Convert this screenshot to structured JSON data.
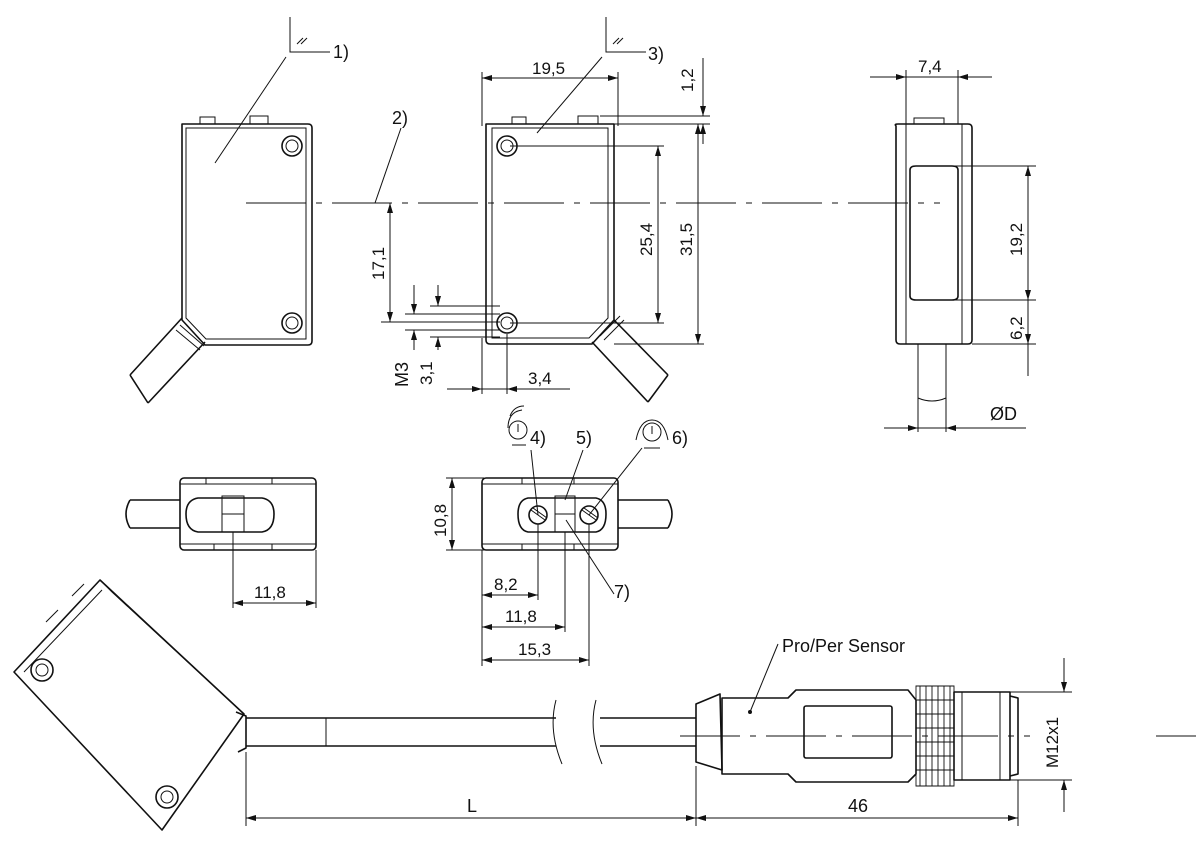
{
  "callouts": {
    "c1": "1)",
    "c2": "2)",
    "c3": "3)",
    "c4": "4)",
    "c5": "5)",
    "c6": "6)",
    "c7": "7)"
  },
  "dimensions": {
    "d19_5": "19,5",
    "d1_2": "1,2",
    "d7_4": "7,4",
    "d25_4": "25,4",
    "d31_5": "31,5",
    "d19_2": "19,2",
    "d17_1": "17,1",
    "d6_2": "6,2",
    "dM3": "M3",
    "d3_1": "3,1",
    "d3_4": "3,4",
    "dD": "ØD",
    "d10_8": "10,8",
    "d11_8a": "11,8",
    "d8_2": "8,2",
    "d11_8b": "11,8",
    "d15_3": "15,3",
    "dL": "L",
    "d46": "46",
    "dM12": "M12x1"
  },
  "labels": {
    "sensor": "Pro/Per Sensor"
  }
}
